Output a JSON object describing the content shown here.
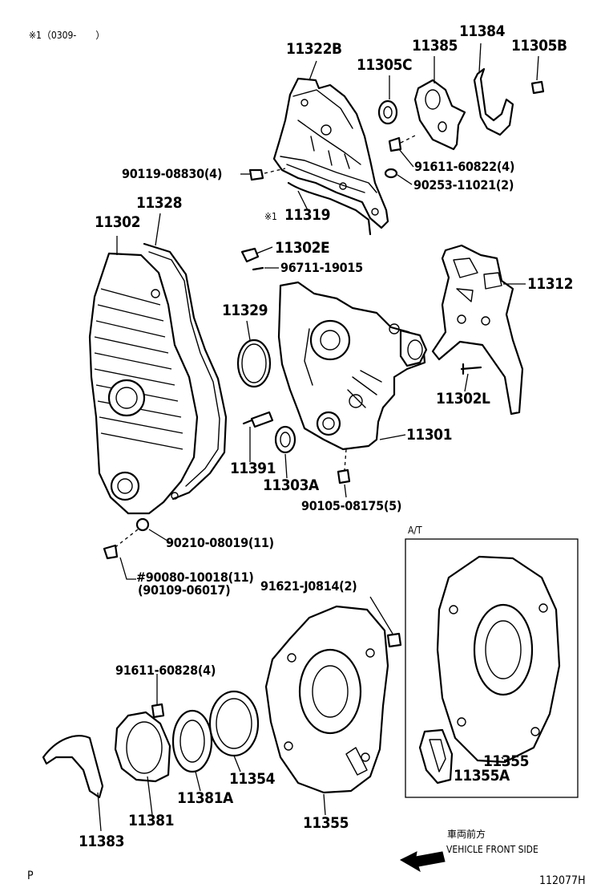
{
  "header_note": "※1（0309-　　）",
  "corner_letter": "P",
  "illustration_number": "112077H",
  "at_box_title": "A/T",
  "direction": {
    "jp": "車両前方",
    "en": "VEHICLE FRONT SIDE"
  },
  "labels": {
    "11322B": "11322B",
    "11385": "11385",
    "11384": "11384",
    "11305B": "11305B",
    "11305C": "11305C",
    "91611_60822": "91611-60822(4)",
    "90119_08830": "90119-08830(4)",
    "90253_11021": "90253-11021(2)",
    "11319_mark": "※1",
    "11319": "11319",
    "11302": "11302",
    "11328": "11328",
    "11302E": "11302E",
    "96711_19015": "96711-19015",
    "11312": "11312",
    "11329": "11329",
    "11302L": "11302L",
    "11301": "11301",
    "11391": "11391",
    "11303A": "11303A",
    "90105_08175": "90105-08175(5)",
    "90210_08019": "90210-08019(11)",
    "90080_10018": "#90080-10018(11)",
    "90109_06017": "(90109-06017)",
    "91621_J0814": "91621-J0814(2)",
    "91611_60828": "91611-60828(4)",
    "11354": "11354",
    "11381A": "11381A",
    "11381": "11381",
    "11383": "11383",
    "11355": "11355",
    "11355_at": "11355",
    "11355A": "11355A"
  }
}
